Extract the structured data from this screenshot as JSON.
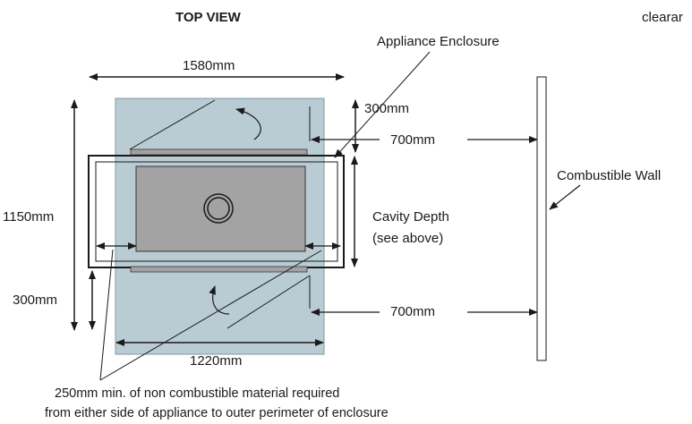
{
  "title": "TOP VIEW",
  "corner_text": "clearar",
  "labels": {
    "enclosure": "Appliance Enclosure",
    "width_top": "1580mm",
    "height_left": "1150mm",
    "clearance_top": "300mm",
    "clearance_bottom": "300mm",
    "wall_gap_top": "700mm",
    "wall_gap_bottom": "700mm",
    "cavity_depth": "Cavity Depth",
    "see_above": "(see above)",
    "wall": "Combustible Wall",
    "width_bottom": "1220mm"
  },
  "note": {
    "line1": "250mm min. of non combustible material required",
    "line2": "from either side of appliance to outer perimeter of enclosure"
  },
  "colors": {
    "hearth": "#b9ccd4",
    "appliance": "#a3a3a3",
    "line": "#1a1a1a"
  }
}
